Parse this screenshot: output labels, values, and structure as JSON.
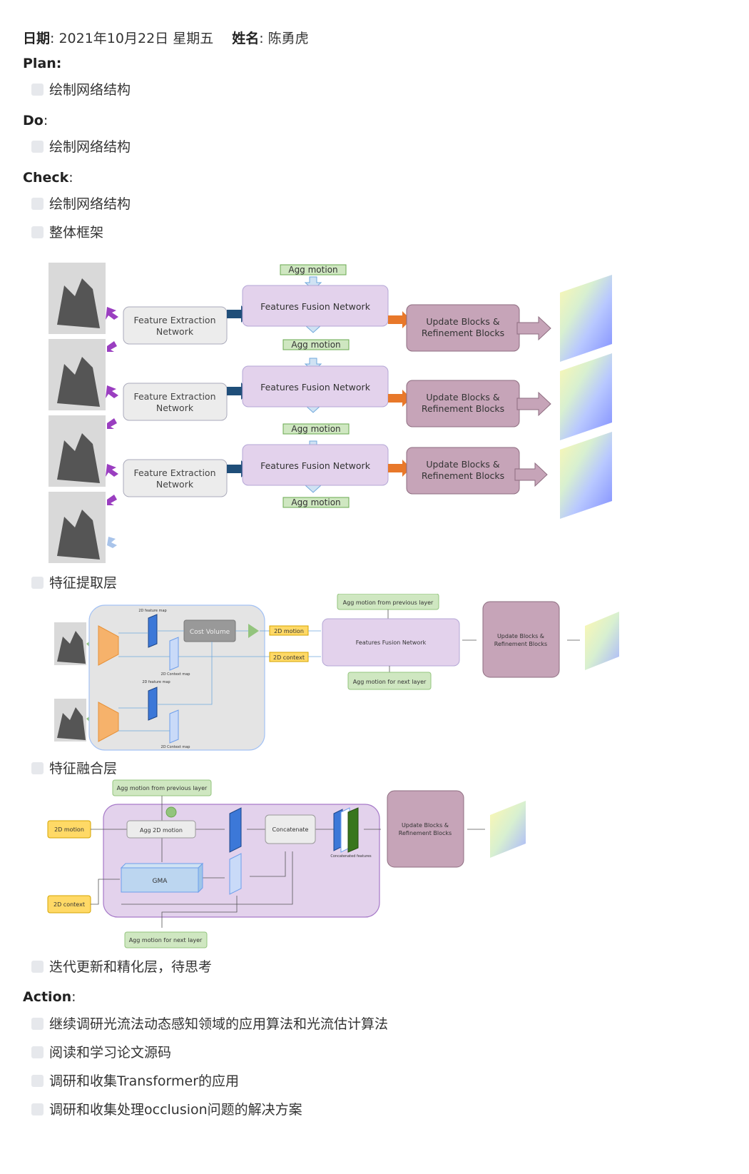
{
  "header": {
    "date_label": "日期",
    "date_value": ": 2021年10月22日 星期五",
    "name_label": "姓名",
    "name_value": ": 陈勇虎"
  },
  "plan": {
    "title": "Plan:",
    "items": [
      "绘制网络结构"
    ]
  },
  "do": {
    "title": "Do",
    "title_suffix": ":",
    "items": [
      "绘制网络结构"
    ]
  },
  "check": {
    "title": "Check",
    "title_suffix": ":",
    "items": [
      "绘制网络结构",
      "整体框架",
      "特征提取层",
      "特征融合层",
      "迭代更新和精化层，待思考"
    ]
  },
  "action": {
    "title": "Action",
    "title_suffix": ":",
    "items": [
      "继续调研光流法动态感知领域的应用算法和光流估计算法",
      "阅读和学习论文源码",
      "调研和收集Transformer的应用",
      "调研和收集处理occlusion问题的解决方案"
    ]
  },
  "figure1": {
    "agg_motion": "Agg motion",
    "fusion": "Features Fusion Network",
    "extract_line1": "Feature Extraction",
    "extract_line2": "Network",
    "update_line1": "Update Blocks &",
    "update_line2": "Refinement Blocks"
  },
  "figure2": {
    "feature_map": "2D feature map",
    "context_map": "2D Context map",
    "cost_volume": "Cost Volume",
    "motion": "2D motion",
    "context": "2D context",
    "agg_prev": "Agg motion from previous layer",
    "fusion": "Features Fusion Network",
    "agg_next": "Agg motion for next layer",
    "update_line1": "Update Blocks &",
    "update_line2": "Refinement Blocks"
  },
  "figure3": {
    "agg_prev": "Agg motion from previous layer",
    "motion": "2D motion",
    "agg2d": "Agg 2D motion",
    "concat": "Concatenate",
    "concat_features": "Concatenated features",
    "gma": "GMA",
    "context": "2D context",
    "agg_next": "Agg motion for next layer",
    "update_line1": "Update Blocks &",
    "update_line2": "Refinement Blocks"
  },
  "colors": {
    "fusion_fill": "#e3d2ec",
    "update_fill": "#c6a4b8",
    "agg_fill": "#cfe7c1",
    "yellow_fill": "#ffd966",
    "purple_arrow": "#9a3ec0",
    "orange_arrow": "#e8782a",
    "navy_arrow": "#1f4e79"
  }
}
